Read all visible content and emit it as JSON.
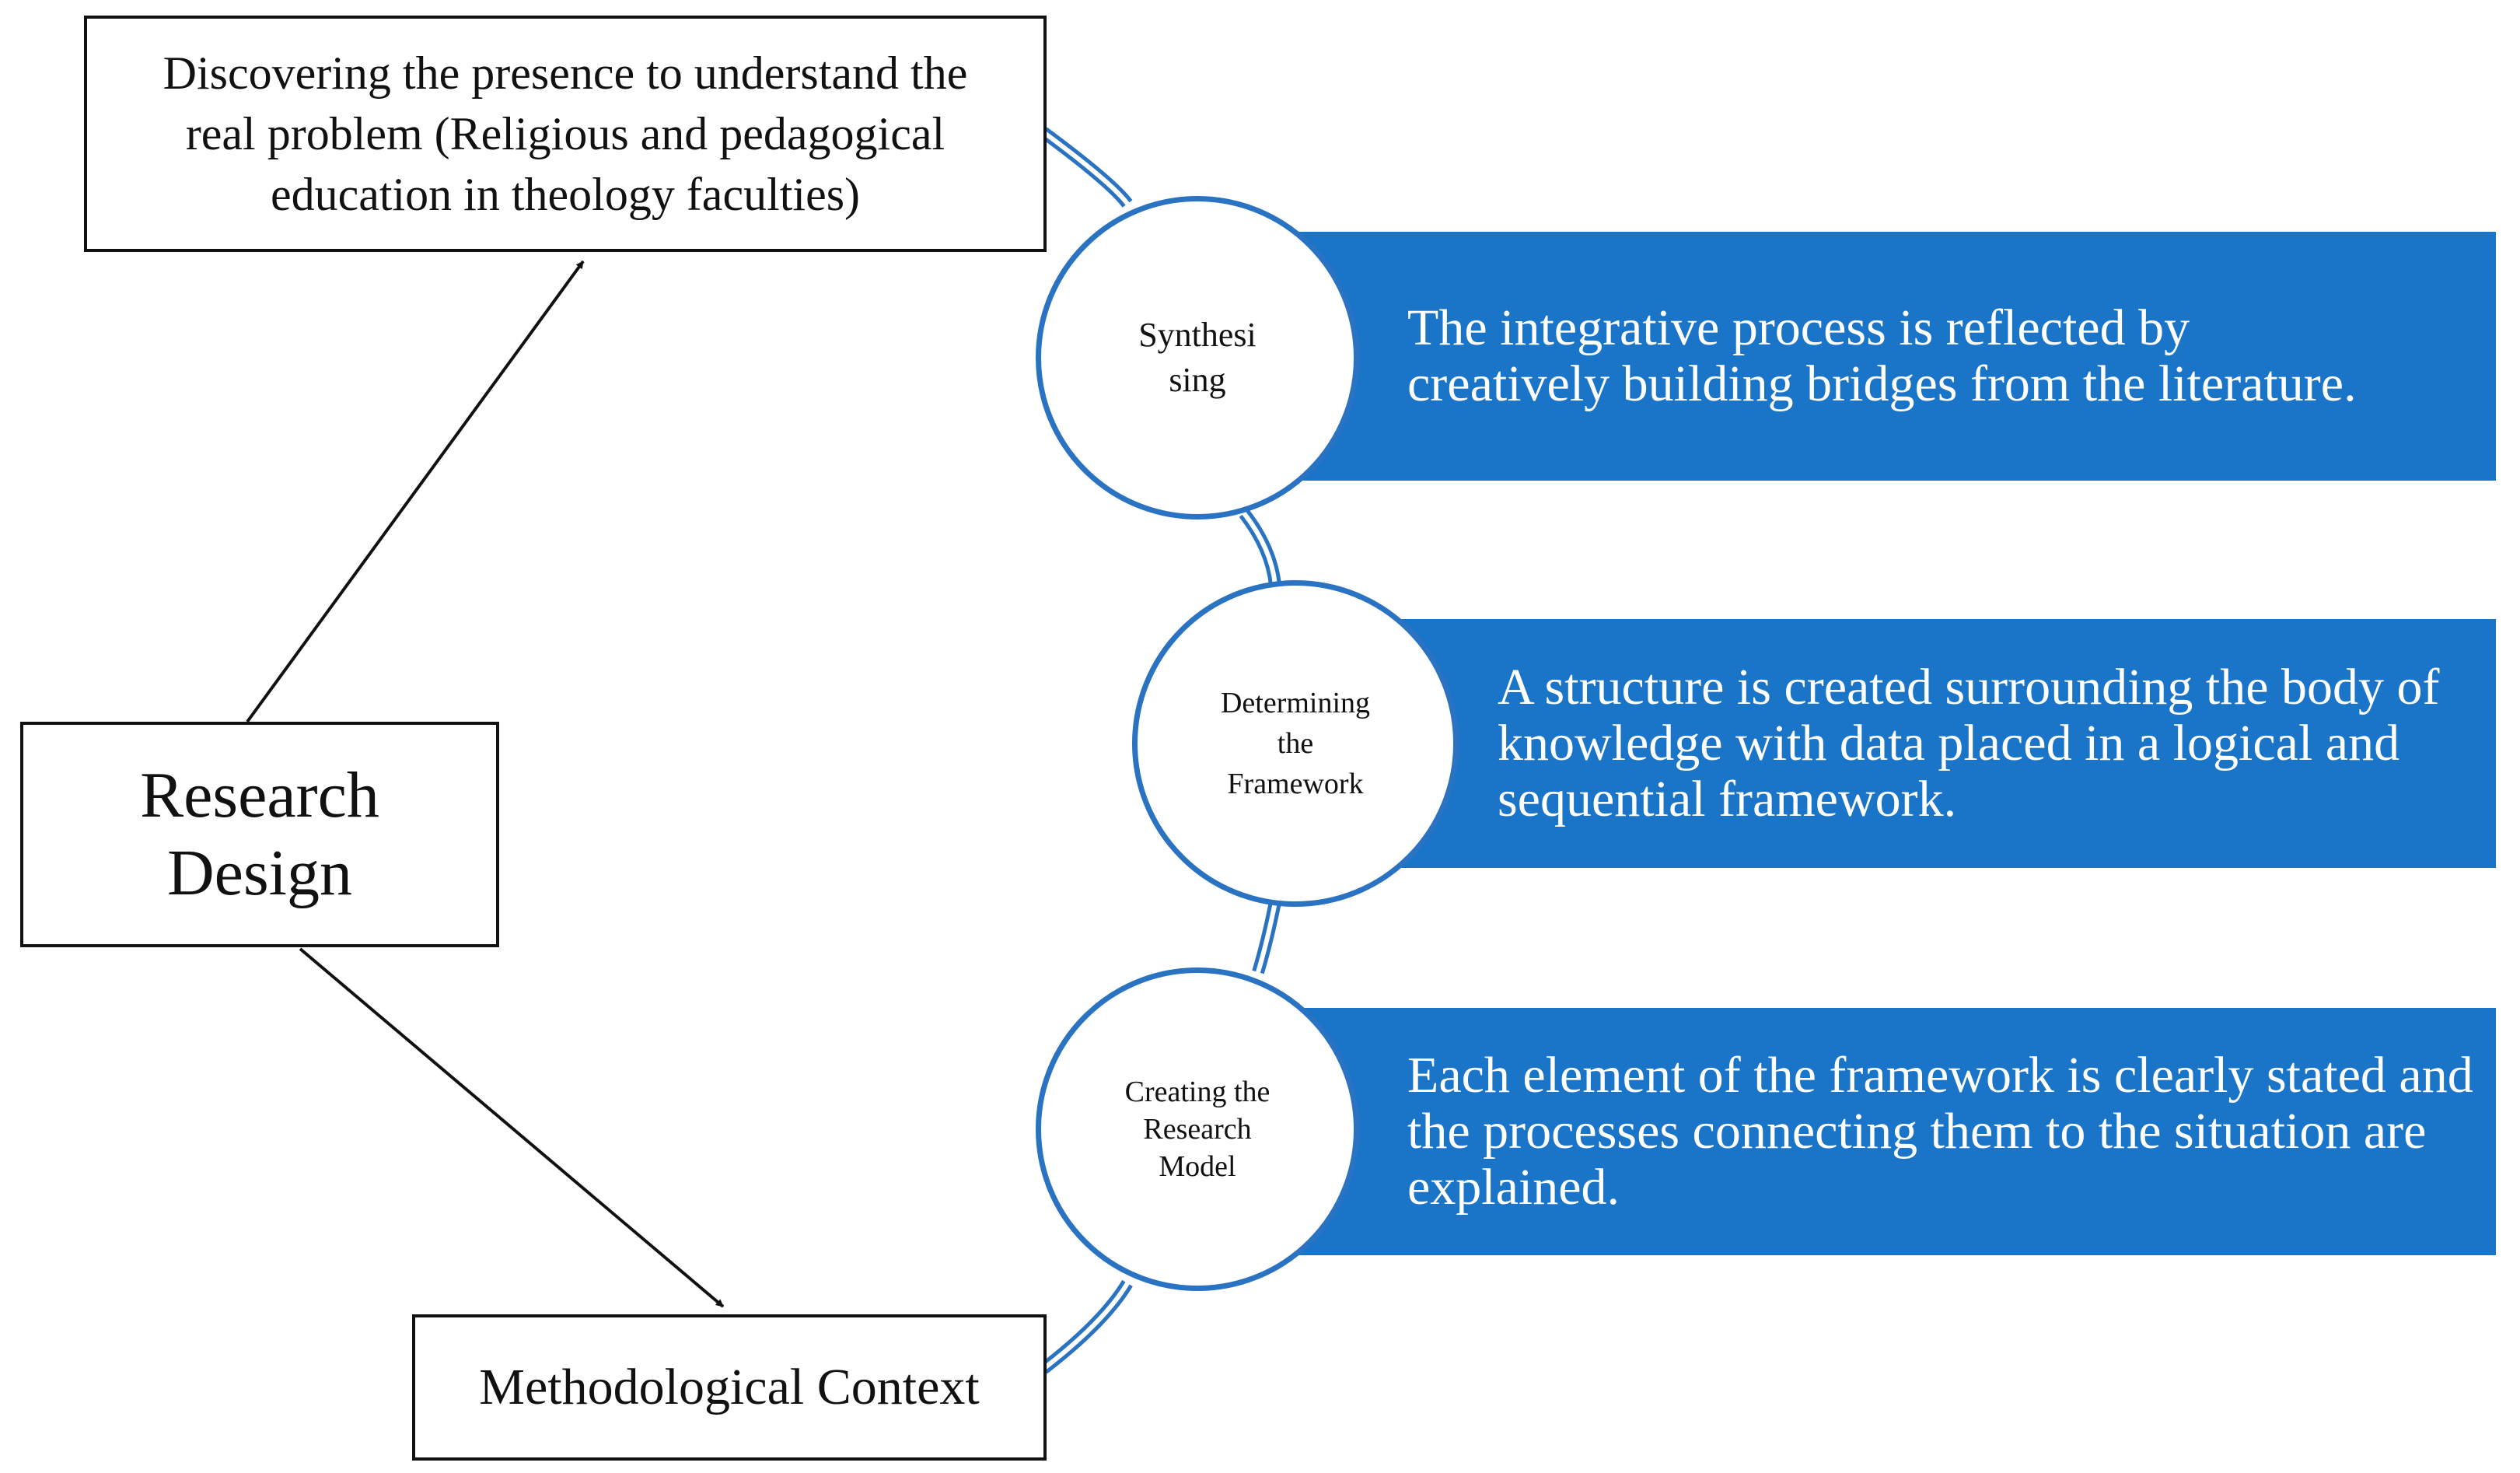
{
  "diagram": {
    "research_design": "Research\nDesign",
    "top_box": "Discovering the presence to understand the\nreal problem (Religious and pedagogical\neducation in theology faculties)",
    "bottom_box": "Methodological Context",
    "steps": [
      {
        "circle": "Synthesi\nsing",
        "description": "The integrative process is reflected by\ncreatively building bridges from the literature."
      },
      {
        "circle": "Determining\nthe\nFramework",
        "description": "A structure is created surrounding the body of\nknowledge with data placed in a logical and\nsequential framework."
      },
      {
        "circle": "Creating the\nResearch\nModel",
        "description": "Each element of the framework is clearly stated and\nthe processes connecting them to the situation are\nexplained."
      }
    ]
  },
  "colors": {
    "band_fill": "#1a74c8",
    "circle_border": "#2a73c2",
    "connector": "#2a73c2",
    "arrow": "#111111"
  }
}
